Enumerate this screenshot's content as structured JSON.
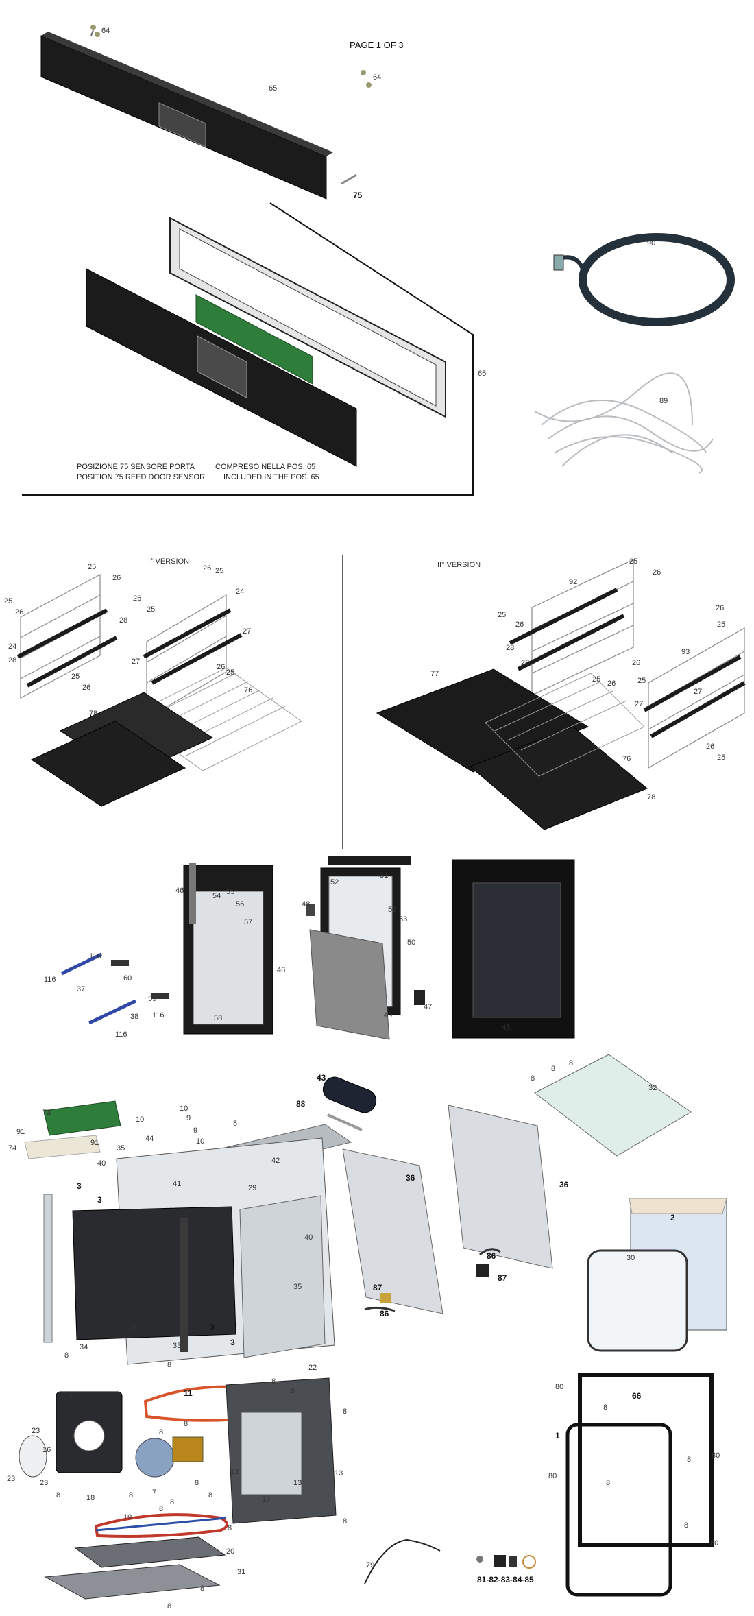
{
  "header": {
    "page_label": "PAGE 1 OF 3"
  },
  "note": {
    "line1_it": "POSIZIONE 75   SENSORE PORTA",
    "line1_it_b": "COMPRESO  NELLA POS. 65",
    "line2_en": "POSITION  75  REED DOOR SENSOR",
    "line2_en_b": "INCLUDED IN THE POS. 65"
  },
  "versions": {
    "first": "I° VERSION",
    "second": "II° VERSION"
  },
  "labels": {
    "p64": "64",
    "p65": "65",
    "p75": "75",
    "p90": "90",
    "p89": "89",
    "p25": "25",
    "p26": "26",
    "p24": "24",
    "p28": "28",
    "p27": "27",
    "p76": "76",
    "p77": "77",
    "p78": "78",
    "p92": "92",
    "p93": "93",
    "p45": "45",
    "p46": "46",
    "p47": "47",
    "p48": "48",
    "p49": "49",
    "p50": "50",
    "p51": "51",
    "p52": "52",
    "p53": "53",
    "p54": "54",
    "p55": "55",
    "p56": "56",
    "p57": "57",
    "p58": "58",
    "p59": "59",
    "p60": "60",
    "p37": "37",
    "p38": "38",
    "p116": "116",
    "p43": "43",
    "p88": "88",
    "p73": "73",
    "p74": "74",
    "p91": "91",
    "p10": "10",
    "p9": "9",
    "p44": "44",
    "p35": "35",
    "p5": "5",
    "p42": "42",
    "p41": "41",
    "p29": "29",
    "p40": "40",
    "p3": "3",
    "p21": "21",
    "p34": "34",
    "p33": "33",
    "p8": "8",
    "p36": "36",
    "p32": "32",
    "p86": "86",
    "p87": "87",
    "p2": "2",
    "p30": "30",
    "p11": "11",
    "p22": "22",
    "p23": "23",
    "p16": "16",
    "p18": "18",
    "p7": "7",
    "p13": "13",
    "p19": "19",
    "p20": "20",
    "p31": "31",
    "p79": "79",
    "p80": "80",
    "p66": "66",
    "p1": "1",
    "p81": "81-82-83-84-85"
  },
  "colors": {
    "panel_black": "#1b1b1b",
    "pcb_green": "#2e7d3a",
    "steel": "#cfd6dc",
    "heater_red": "#d9542b",
    "seal_black": "#111111"
  }
}
